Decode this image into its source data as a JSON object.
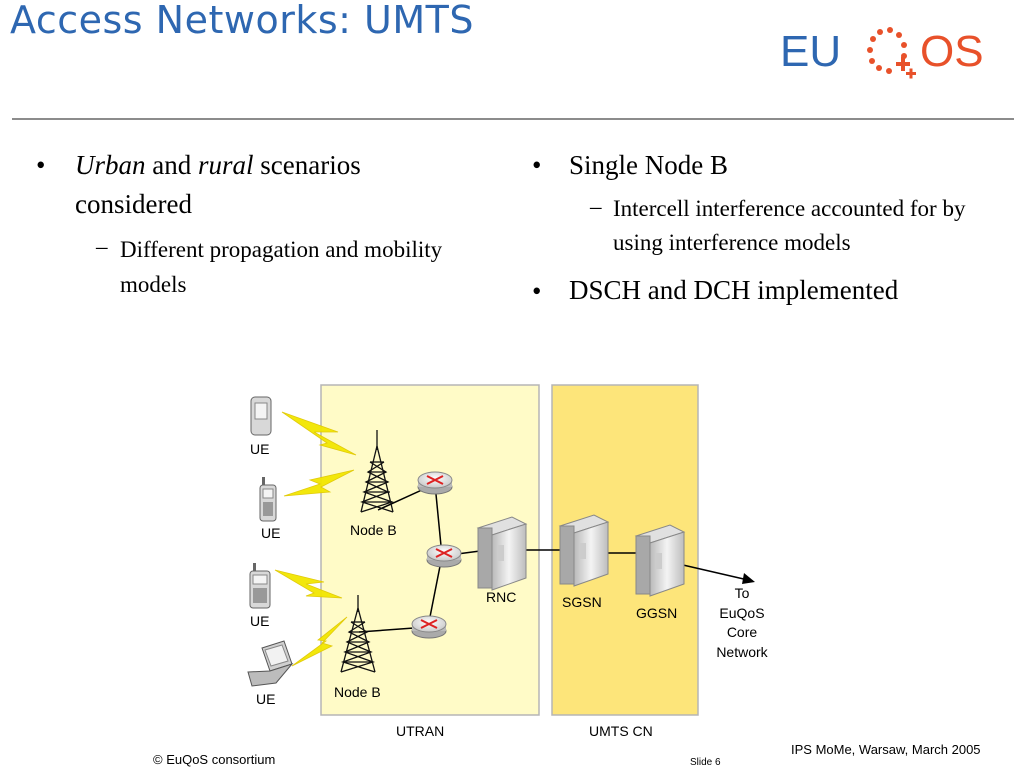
{
  "slide": {
    "title": "Access Networks: UMTS",
    "logo": {
      "left": "EU",
      "right": "OS"
    }
  },
  "left_column": {
    "bullet": {
      "urban": "Urban",
      "and": " and ",
      "rural": "rural",
      "rest": " scenarios considered"
    },
    "sub_bullet": "Different propagation and mobility models"
  },
  "right_column": {
    "bullet1": "Single Node B",
    "sub_bullet1": "Intercell interference accounted for by using interference models",
    "bullet2": "DSCH and DCH implemented"
  },
  "diagram": {
    "ue_labels": [
      "UE",
      "UE",
      "UE",
      "UE"
    ],
    "node_b_top": "Node B",
    "node_b_bottom": "Node B",
    "rnc": "RNC",
    "sgsn": "SGSN",
    "ggsn": "GGSN",
    "to_core": [
      "To",
      "EuQoS",
      "Core",
      "Network"
    ],
    "utran": "UTRAN",
    "umts_cn": "UMTS CN",
    "colors": {
      "utran_fill": "#fffbc7",
      "cn_fill": "#fde57a",
      "lightning": "#f2e600"
    }
  },
  "footer": {
    "copyright": "© EuQoS consortium",
    "slide_number": "Slide 6",
    "event": "IPS MoMe, Warsaw, March 2005"
  }
}
